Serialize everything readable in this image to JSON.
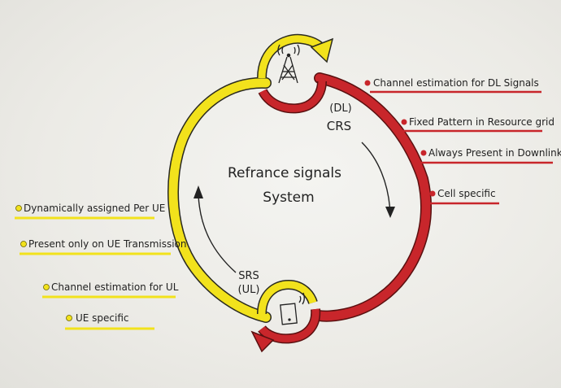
{
  "diagram": {
    "center_title_line1": "Refrance signals",
    "center_title_line2": "System",
    "downlink_label_top": "(DL)",
    "downlink_label": "CRS",
    "uplink_label": "SRS",
    "uplink_label_bottom": "(UL)"
  },
  "crs_notes": [
    "Channel estimation for DL Signals",
    "Fixed Pattern in Resource grid",
    "Always Present in Downlink",
    "Cell specific"
  ],
  "srs_notes": [
    "Dynamically assigned Per UE",
    "Present only on UE Transmission",
    "Channel estimation for UL",
    "UE specific"
  ],
  "colors": {
    "red": "#c8262b",
    "yellow": "#f2e21c",
    "ink": "#222222"
  },
  "icons": {
    "top": "cell-tower-icon",
    "bottom": "mobile-device-icon"
  }
}
